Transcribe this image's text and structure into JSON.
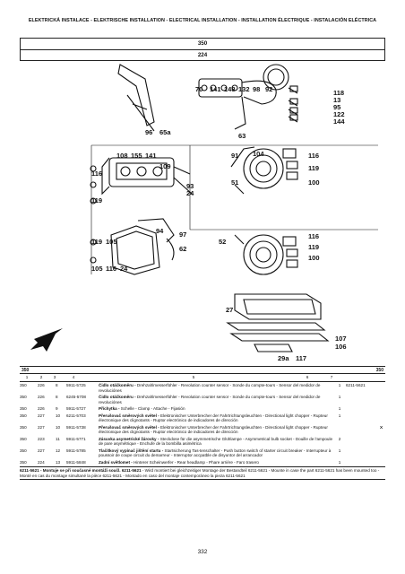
{
  "header": {
    "title": "ELEKTRICKÁ INSTALACE - ELEKTRISCHE INSTALLATION - ELECTRICAL INSTALLATION - INSTALLATION ÉLECTRIQUE - INSTALACIÓN ELÉCTRICA",
    "box_top": "350",
    "box_bottom": "224"
  },
  "diagram": {
    "callouts": [
      "70",
      "141",
      "148",
      "132",
      "98",
      "92",
      "118",
      "13",
      "95",
      "122",
      "144",
      "96",
      "65a",
      "63",
      "108",
      "155",
      "141",
      "109",
      "116",
      "119",
      "93",
      "24",
      "91",
      "104",
      "116",
      "51",
      "119",
      "100",
      "94",
      "97",
      "62",
      "119",
      "105",
      "105",
      "116",
      "24",
      "52",
      "116",
      "119",
      "100",
      "27",
      "107",
      "106",
      "29a",
      "117"
    ]
  },
  "table": {
    "section_left": "350",
    "section_right": "350",
    "columns": [
      "1",
      "2",
      "3",
      "4",
      "5",
      "6",
      "7"
    ],
    "rows": [
      {
        "c1": "350",
        "c2": "226",
        "c3": "8",
        "c4": "5911-5725",
        "bold": "Čidlo otáčkoměru -",
        "text": "Drehzahlmesserfühler - Revolution counter sensor - Sonde du compte-tours - Sensor del medidor de revoluciónes",
        "qty": "1",
        "note": "6211-5621",
        "x": ""
      },
      {
        "c1": "350",
        "c2": "226",
        "c3": "8",
        "c4": "6245-5708",
        "bold": "Čidlo otáčkoměru -",
        "text": "Drehzahlmesserfühler - Revolution counter sensor - Sonde du compte-tours - Sensor del medidor de revoluciónes",
        "qty": "1",
        "note": "",
        "x": ""
      },
      {
        "c1": "350",
        "c2": "226",
        "c3": "9",
        "c4": "5911-5727",
        "bold": "Příchytka -",
        "text": "Schelle - Clamp - Attache - Fijasión",
        "qty": "1",
        "note": "",
        "x": ""
      },
      {
        "c1": "350",
        "c2": "227",
        "c3": "10",
        "c4": "6211-5703",
        "bold": "Přerušovač směrových světel -",
        "text": "Elektronischer Unterbrecher der Fahrtrichtungsleuchten - Directional light chopper - Rupteur électronique des clignotants - Ruptor electrónico de indicadores de dirección",
        "qty": "1",
        "note": "",
        "x": ""
      },
      {
        "c1": "350",
        "c2": "227",
        "c3": "10",
        "c4": "5911-5738",
        "bold": "Přerušovač směrových světel -",
        "text": "Elektronischer Unterbrecher der Fahrtrichtungsleuchten - Directional light chopper - Rupteur électronique des clignotants - Ruptor electrónico de indicadores de dirección",
        "qty": "",
        "note": "",
        "x": "X"
      },
      {
        "c1": "350",
        "c2": "223",
        "c3": "11",
        "c4": "5911-5771",
        "bold": "Zásuvka asymetrické žárovky -",
        "text": "Steckdose für die asymmetrische Glühlampe - Asymmetrical bulb socket - Douille de l'ampoule de pare asymétrique - Enchufe de la bombilla asimétrica",
        "qty": "2",
        "note": "",
        "x": ""
      },
      {
        "c1": "350",
        "c2": "227",
        "c3": "12",
        "c4": "5911-5785",
        "bold": "Tlačítkový vypínač jištění startu -",
        "text": "Startsicherung Tas-tenschalter - Push button switch of starter circuit breaker - Interrupteur à poussoir de coupe circuit du demarreur - Interruptor accpatble de disyuntor del arrancador",
        "qty": "1",
        "note": "",
        "x": ""
      },
      {
        "c1": "350",
        "c2": "224",
        "c3": "13",
        "c4": "5911-5848",
        "bold": "Zadní světlomet -",
        "text": "Hinterer Scheinwerfer - Rear headlamp - Phare arrière - Faro trasero",
        "qty": "1",
        "note": "",
        "x": ""
      }
    ],
    "footnote_bold": "6211-5621 - Montuje se při současné montáži součl. 6211-5621",
    "footnote_text": " - Wird montiert bei gleichzeitiger Montage der Bestandteil 6211-5621 - Mounte in case the part 6211-5621 has been mounted too - Monté en cas du montage simultané la pièce 6211-5621 - Montado en caso del montaje contemporáneo la pieza 6211-5621"
  },
  "page_number": "332"
}
